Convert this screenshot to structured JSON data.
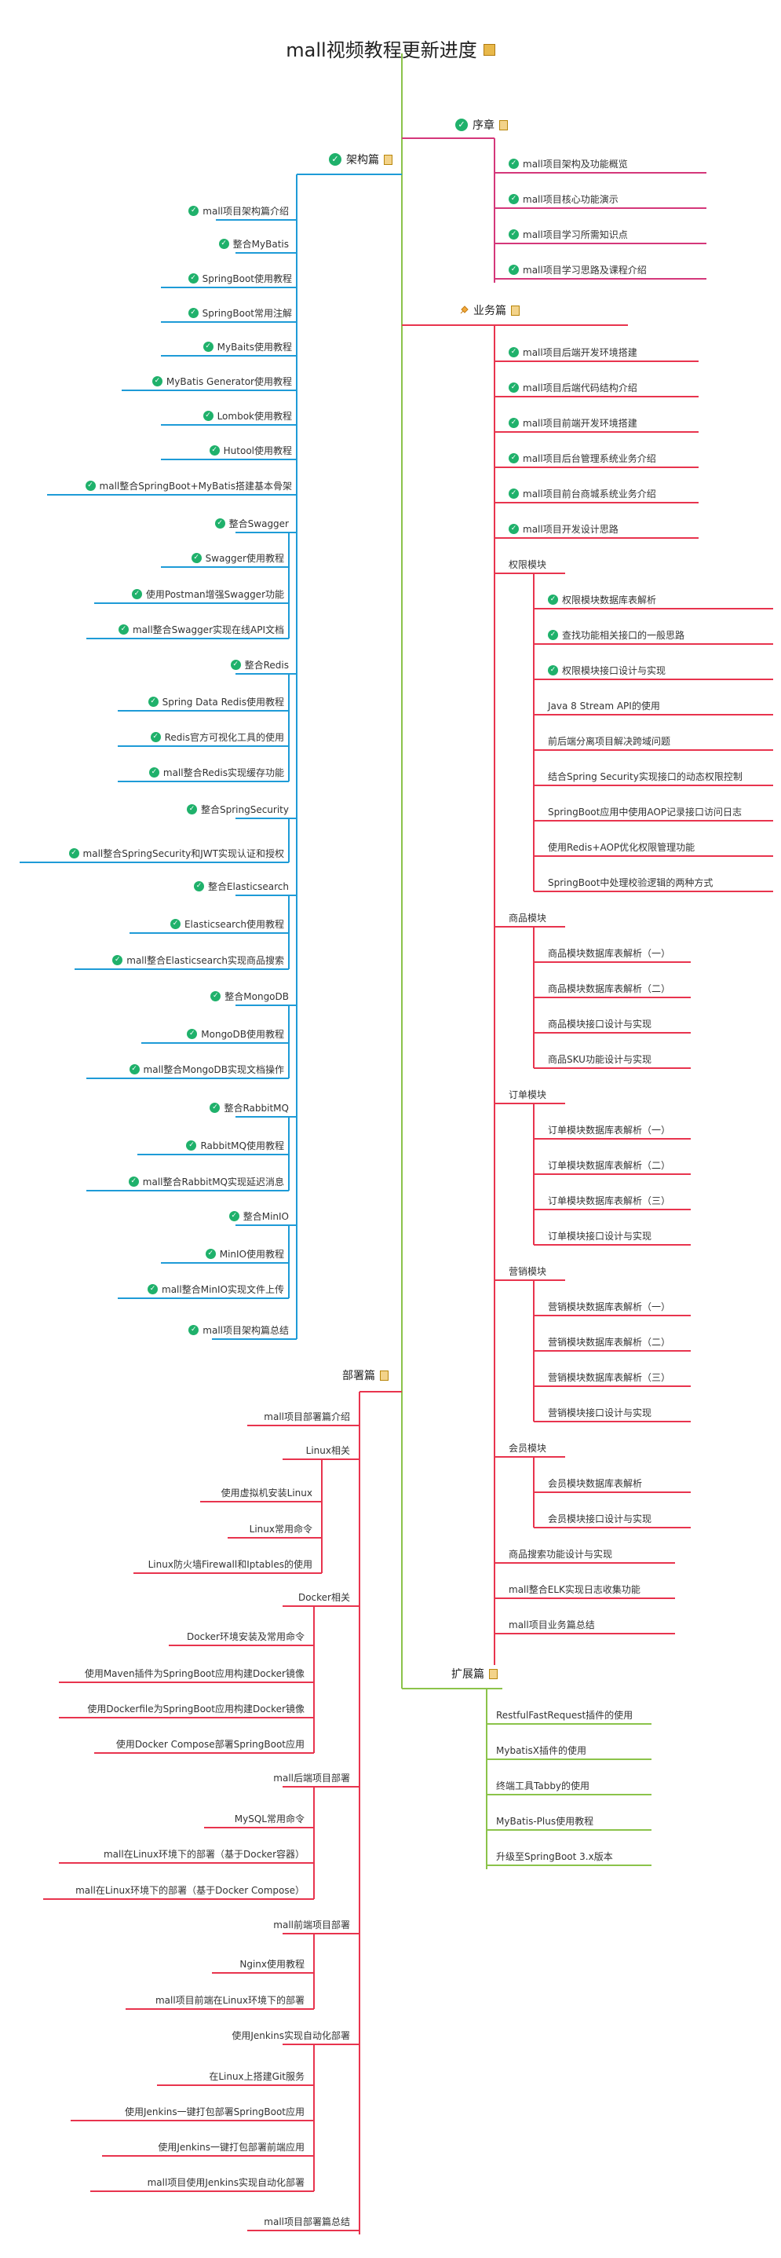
{
  "title": "mall视频教程更新进度",
  "colors": {
    "root": "#8bc34a",
    "arch": "#1e9bd7",
    "biz": "#e8344e",
    "deploy": "#e8344e",
    "preface": "#d4377a",
    "ext": "#8bc34a",
    "check": "#1fb16b"
  },
  "nodes": {
    "preface": {
      "label": "序章",
      "check": true,
      "note": true
    },
    "p1": {
      "label": "mall项目架构及功能概览",
      "check": true
    },
    "p2": {
      "label": "mall项目核心功能演示",
      "check": true
    },
    "p3": {
      "label": "mall项目学习所需知识点",
      "check": true
    },
    "p4": {
      "label": "mall项目学习思路及课程介绍",
      "check": true
    },
    "biz": {
      "label": "业务篇",
      "check": false,
      "icon": "pin-icon",
      "note": true
    },
    "b1": {
      "label": "mall项目后端开发环境搭建",
      "check": true
    },
    "b2": {
      "label": "mall项目后端代码结构介绍",
      "check": true
    },
    "b3": {
      "label": "mall项目前端开发环境搭建",
      "check": true
    },
    "b4": {
      "label": "mall项目后台管理系统业务介绍",
      "check": true
    },
    "b5": {
      "label": "mall项目前台商城系统业务介绍",
      "check": true
    },
    "b6": {
      "label": "mall项目开发设计思路",
      "check": true
    },
    "perm": {
      "label": "权限模块"
    },
    "pm1": {
      "label": "权限模块数据库表解析",
      "check": true
    },
    "pm2": {
      "label": "查找功能相关接口的一般思路",
      "check": true
    },
    "pm3": {
      "label": "权限模块接口设计与实现",
      "check": true
    },
    "pm4": {
      "label": "Java 8 Stream API的使用"
    },
    "pm5": {
      "label": "前后端分离项目解决跨域问题"
    },
    "pm6": {
      "label": "结合Spring Security实现接口的动态权限控制"
    },
    "pm7": {
      "label": "SpringBoot应用中使用AOP记录接口访问日志"
    },
    "pm8": {
      "label": "使用Redis+AOP优化权限管理功能"
    },
    "pm9": {
      "label": "SpringBoot中处理校验逻辑的两种方式"
    },
    "prod": {
      "label": "商品模块"
    },
    "pr1": {
      "label": "商品模块数据库表解析（一）"
    },
    "pr2": {
      "label": "商品模块数据库表解析（二）"
    },
    "pr3": {
      "label": "商品模块接口设计与实现"
    },
    "pr4": {
      "label": "商品SKU功能设计与实现"
    },
    "order": {
      "label": "订单模块"
    },
    "o1": {
      "label": "订单模块数据库表解析（一）"
    },
    "o2": {
      "label": "订单模块数据库表解析（二）"
    },
    "o3": {
      "label": "订单模块数据库表解析（三）"
    },
    "o4": {
      "label": "订单模块接口设计与实现"
    },
    "mkt": {
      "label": "营销模块"
    },
    "mk1": {
      "label": "营销模块数据库表解析（一）"
    },
    "mk2": {
      "label": "营销模块数据库表解析（二）"
    },
    "mk3": {
      "label": "营销模块数据库表解析（三）"
    },
    "mk4": {
      "label": "营销模块接口设计与实现"
    },
    "member": {
      "label": "会员模块"
    },
    "me1": {
      "label": "会员模块数据库表解析"
    },
    "me2": {
      "label": "会员模块接口设计与实现"
    },
    "b7": {
      "label": "商品搜索功能设计与实现"
    },
    "b8": {
      "label": "mall整合ELK实现日志收集功能"
    },
    "b9": {
      "label": "mall项目业务篇总结"
    },
    "ext": {
      "label": "扩展篇",
      "note": true
    },
    "e1": {
      "label": "RestfulFastRequest插件的使用"
    },
    "e2": {
      "label": "MybatisX插件的使用"
    },
    "e3": {
      "label": "终端工具Tabby的使用"
    },
    "e4": {
      "label": "MyBatis-Plus使用教程"
    },
    "e5": {
      "label": "升级至SpringBoot 3.x版本"
    },
    "arch": {
      "label": "架构篇",
      "check": true,
      "note": true
    },
    "a1": {
      "label": "mall项目架构篇介绍",
      "check": true
    },
    "mb": {
      "label": "整合MyBatis",
      "check": true
    },
    "mb1": {
      "label": "SpringBoot使用教程",
      "check": true
    },
    "mb2": {
      "label": "SpringBoot常用注解",
      "check": true
    },
    "mb3": {
      "label": "MyBaits使用教程",
      "check": true
    },
    "mb4": {
      "label": "MyBatis Generator使用教程",
      "check": true
    },
    "mb5": {
      "label": "Lombok使用教程",
      "check": true
    },
    "mb6": {
      "label": "Hutool使用教程",
      "check": true
    },
    "mb7": {
      "label": "mall整合SpringBoot+MyBatis搭建基本骨架",
      "check": true
    },
    "sw": {
      "label": "整合Swagger",
      "check": true
    },
    "sw1": {
      "label": "Swagger使用教程",
      "check": true
    },
    "sw2": {
      "label": "使用Postman增强Swagger功能",
      "check": true
    },
    "sw3": {
      "label": "mall整合Swagger实现在线API文档",
      "check": true
    },
    "rd": {
      "label": "整合Redis",
      "check": true
    },
    "rd1": {
      "label": "Spring Data Redis使用教程",
      "check": true
    },
    "rd2": {
      "label": "Redis官方可视化工具的使用",
      "check": true
    },
    "rd3": {
      "label": "mall整合Redis实现缓存功能",
      "check": true
    },
    "ss": {
      "label": "整合SpringSecurity",
      "check": true
    },
    "ss1": {
      "label": "mall整合SpringSecurity和JWT实现认证和授权",
      "check": true
    },
    "es": {
      "label": "整合Elasticsearch",
      "check": true
    },
    "es1": {
      "label": "Elasticsearch使用教程",
      "check": true
    },
    "es2": {
      "label": "mall整合Elasticsearch实现商品搜索",
      "check": true
    },
    "mg": {
      "label": "整合MongoDB",
      "check": true
    },
    "mg1": {
      "label": "MongoDB使用教程",
      "check": true
    },
    "mg2": {
      "label": "mall整合MongoDB实现文档操作",
      "check": true
    },
    "mq": {
      "label": "整合RabbitMQ",
      "check": true
    },
    "mq1": {
      "label": "RabbitMQ使用教程",
      "check": true
    },
    "mq2": {
      "label": "mall整合RabbitMQ实现延迟消息",
      "check": true
    },
    "mn": {
      "label": "整合MinIO",
      "check": true
    },
    "mn1": {
      "label": "MinIO使用教程",
      "check": true
    },
    "mn2": {
      "label": "mall整合MinIO实现文件上传",
      "check": true
    },
    "a2": {
      "label": "mall项目架构篇总结",
      "check": true
    },
    "dep": {
      "label": "部署篇",
      "note": true
    },
    "d1": {
      "label": "mall项目部署篇介绍"
    },
    "lx": {
      "label": "Linux相关"
    },
    "lx1": {
      "label": "使用虚拟机安装Linux"
    },
    "lx2": {
      "label": "Linux常用命令"
    },
    "lx3": {
      "label": "Linux防火墙Firewall和Iptables的使用"
    },
    "dk": {
      "label": "Docker相关"
    },
    "dk1": {
      "label": "Docker环境安装及常用命令"
    },
    "dk2": {
      "label": "使用Maven插件为SpringBoot应用构建Docker镜像"
    },
    "dk3": {
      "label": "使用Dockerfile为SpringBoot应用构建Docker镜像"
    },
    "dk4": {
      "label": "使用Docker Compose部署SpringBoot应用"
    },
    "be": {
      "label": "mall后端项目部署"
    },
    "be1": {
      "label": "MySQL常用命令"
    },
    "be2": {
      "label": "mall在Linux环境下的部署（基于Docker容器）"
    },
    "be3": {
      "label": "mall在Linux环境下的部署（基于Docker Compose）"
    },
    "fe": {
      "label": "mall前端项目部署"
    },
    "fe1": {
      "label": "Nginx使用教程"
    },
    "fe2": {
      "label": "mall项目前端在Linux环境下的部署"
    },
    "jk": {
      "label": "使用Jenkins实现自动化部署"
    },
    "jk1": {
      "label": "在Linux上搭建Git服务"
    },
    "jk2": {
      "label": "使用Jenkins一键打包部署SpringBoot应用"
    },
    "jk3": {
      "label": "使用Jenkins一键打包部署前端应用"
    },
    "jk4": {
      "label": "mall项目使用Jenkins实现自动化部署"
    },
    "d2": {
      "label": "mall项目部署篇总结"
    }
  }
}
